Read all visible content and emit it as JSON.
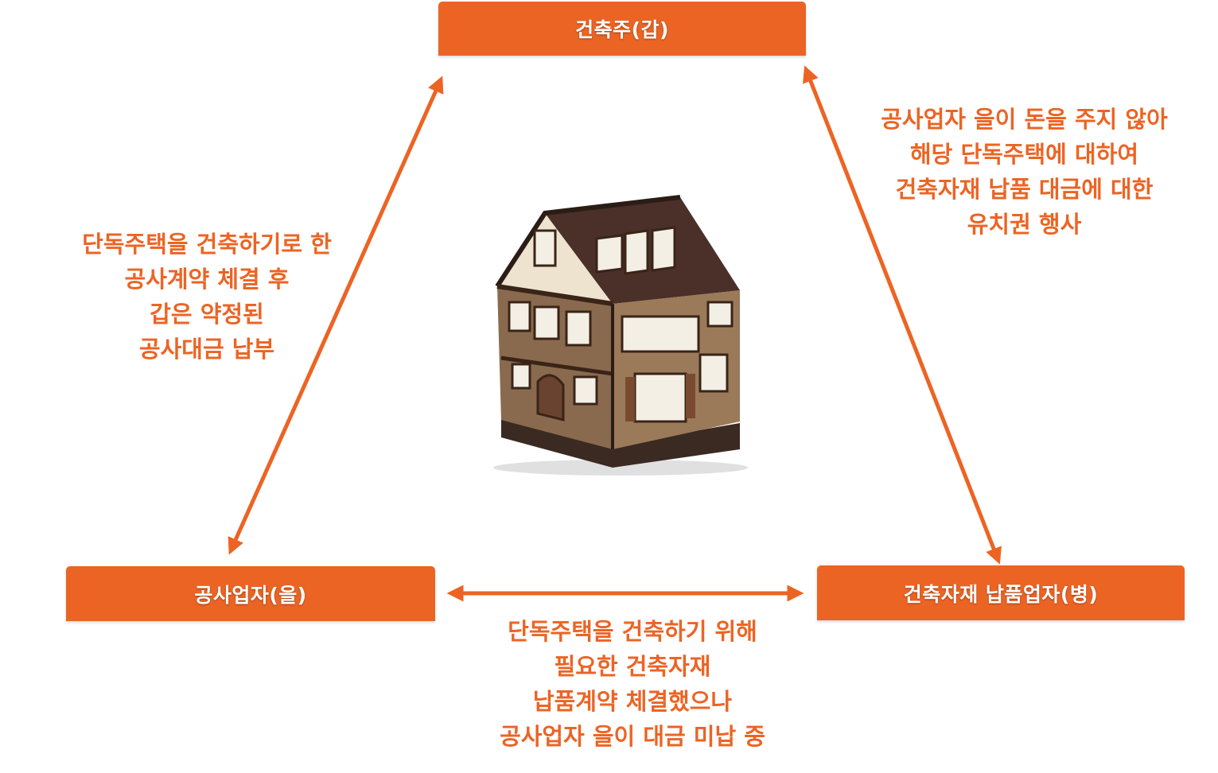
{
  "nodes": {
    "owner": "건축주(갑)",
    "contractor": "공사업자(을)",
    "supplier": "건축자재 납품업자(병)"
  },
  "edges": {
    "owner_contractor": [
      "단독주택을 건축하기로 한",
      "공사계약 체결 후",
      "갑은 약정된",
      "공사대금 납부"
    ],
    "owner_supplier": [
      "공사업자 을이 돈을 주지 않아",
      "해당 단독주택에 대하여",
      "건축자재 납품 대금에 대한",
      "유치권 행사"
    ],
    "contractor_supplier": [
      "단독주택을 건축하기 위해",
      "필요한 건축자재",
      "납품계약 체결했으나",
      "공사업자 을이 대금 미납 중"
    ]
  },
  "colors": {
    "accent": "#EC6424",
    "text_on_accent": "#FFFFFF"
  },
  "image": "house-illustration"
}
